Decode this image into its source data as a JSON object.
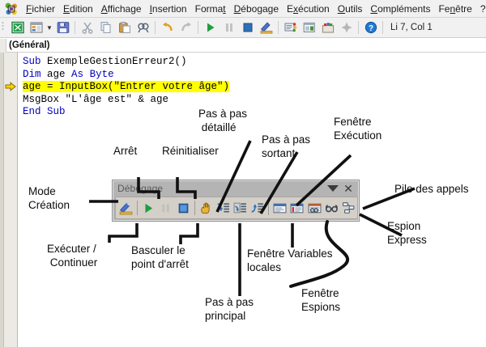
{
  "app": {
    "menu": [
      {
        "label": "Fichier",
        "accel": "F"
      },
      {
        "label": "Edition",
        "accel": "E"
      },
      {
        "label": "Affichage",
        "accel": "A"
      },
      {
        "label": "Insertion",
        "accel": "I"
      },
      {
        "label": "Format",
        "accel": "t"
      },
      {
        "label": "Débogage",
        "accel": "D"
      },
      {
        "label": "Exécution",
        "accel": "x"
      },
      {
        "label": "Outils",
        "accel": "O"
      },
      {
        "label": "Compléments",
        "accel": "C"
      },
      {
        "label": "Fenêtre",
        "accel": "n"
      },
      {
        "label": "?",
        "accel": ""
      }
    ],
    "toolbar_icons": [
      "view-excel-icon",
      "project-explorer-icon",
      "dropdown-caret-icon",
      "save-icon",
      "cut-icon",
      "copy-icon",
      "paste-icon",
      "find-icon",
      "undo-icon",
      "redo-icon",
      "run-icon",
      "break-icon",
      "reset-icon",
      "design-mode-icon",
      "project-explorer-window-icon",
      "properties-window-icon",
      "object-browser-icon",
      "toolbox-icon",
      "help-icon"
    ],
    "status_position": "Li 7, Col 1",
    "code_header": "(Général)"
  },
  "code": {
    "lines": [
      [
        {
          "t": "Sub",
          "c": "kw"
        },
        {
          "t": " ExempleGestionErreur2()",
          "c": "txt"
        }
      ],
      [
        {
          "t": "Dim",
          "c": "kw"
        },
        {
          "t": " age ",
          "c": "txt"
        },
        {
          "t": "As",
          "c": "kw"
        },
        {
          "t": " ",
          "c": "txt"
        },
        {
          "t": "Byte",
          "c": "kw"
        }
      ],
      [
        {
          "t": "age = InputBox(\"Entrer votre âge\")",
          "c": "cur"
        }
      ],
      [
        {
          "t": "MsgBox \"L'âge est\" & age",
          "c": "txt"
        }
      ],
      [
        {
          "t": "End Sub",
          "c": "kw"
        }
      ]
    ],
    "execution_marker": "execution-pointer-arrow"
  },
  "debug_toolbar": {
    "title": "Débogage",
    "dropdown_icon": "toolbar-options-caret-icon",
    "close_icon": "close-icon",
    "buttons": [
      {
        "name": "design-mode-button",
        "icon": "design-mode-icon"
      },
      {
        "name": "run-continue-button",
        "icon": "run-play-icon"
      },
      {
        "name": "break-button",
        "icon": "pause-break-icon"
      },
      {
        "name": "reset-button",
        "icon": "stop-reset-icon"
      },
      {
        "name": "toggle-breakpoint-button",
        "icon": "hand-breakpoint-icon"
      },
      {
        "name": "step-into-button",
        "icon": "step-into-icon"
      },
      {
        "name": "step-over-button",
        "icon": "step-over-icon"
      },
      {
        "name": "step-out-button",
        "icon": "step-out-icon"
      },
      {
        "name": "immediate-window-button",
        "icon": "immediate-window-icon"
      },
      {
        "name": "locals-window-button",
        "icon": "locals-window-icon"
      },
      {
        "name": "watch-window-button",
        "icon": "watch-window-icon"
      },
      {
        "name": "quick-watch-button",
        "icon": "quick-watch-glasses-icon"
      },
      {
        "name": "call-stack-button",
        "icon": "call-stack-icon"
      }
    ]
  },
  "annotations": [
    {
      "id": "mode-creation",
      "text": "Mode\nCréation"
    },
    {
      "id": "arret",
      "text": "Arrêt"
    },
    {
      "id": "reinitialiser",
      "text": "Réinitialiser"
    },
    {
      "id": "pas-a-pas-detaille",
      "text": "Pas à pas\n détaillé"
    },
    {
      "id": "pas-a-pas-sortant",
      "text": "Pas à pas\nsortant"
    },
    {
      "id": "fenetre-execution",
      "text": "Fenêtre\nExécution"
    },
    {
      "id": "pile-des-appels",
      "text": "Pile des appels"
    },
    {
      "id": "espion-express",
      "text": "Espion\nExpress"
    },
    {
      "id": "executer-continuer",
      "text": "Exécuter /\n Continuer"
    },
    {
      "id": "basculer-point-arret",
      "text": "Basculer le\npoint d'arrêt"
    },
    {
      "id": "fenetre-variables-locales",
      "text": "Fenêtre Variables\nlocales"
    },
    {
      "id": "fenetre-espions",
      "text": "Fenêtre\nEspions"
    },
    {
      "id": "pas-a-pas-principal",
      "text": "Pas à pas\nprincipal"
    }
  ],
  "colors": {
    "keyword": "#0000c0",
    "highlight": "#ffff00",
    "annotation": "#0d0d0d",
    "toolbar_face": "#d4d0c8",
    "toolbar_frame": "#b4b4b4"
  }
}
